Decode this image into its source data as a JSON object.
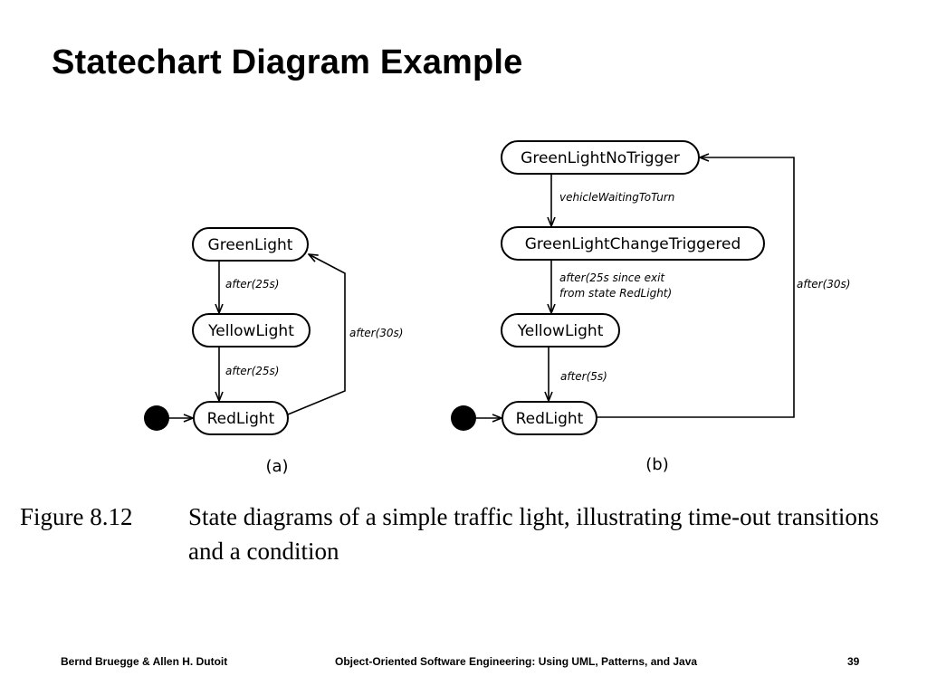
{
  "slide": {
    "title": "Statechart Diagram Example"
  },
  "diagram_a": {
    "panel_label": "(a)",
    "states": [
      "GreenLight",
      "YellowLight",
      "RedLight"
    ],
    "transitions": [
      {
        "from": "GreenLight",
        "to": "YellowLight",
        "event": "after(25s)"
      },
      {
        "from": "YellowLight",
        "to": "RedLight",
        "event": "after(25s)"
      },
      {
        "from": "RedLight",
        "to": "GreenLight",
        "event": "after(30s)"
      }
    ]
  },
  "diagram_b": {
    "panel_label": "(b)",
    "states": [
      "GreenLightNoTrigger",
      "GreenLightChangeTriggered",
      "YellowLight",
      "RedLight"
    ],
    "transitions": [
      {
        "from": "GreenLightNoTrigger",
        "to": "GreenLightChangeTriggered",
        "event": "vehicleWaitingToTurn"
      },
      {
        "from": "GreenLightChangeTriggered",
        "to": "YellowLight",
        "event_line1": "after(25s since exit",
        "event_line2": "from state RedLight)"
      },
      {
        "from": "YellowLight",
        "to": "RedLight",
        "event": "after(5s)"
      },
      {
        "from": "RedLight",
        "to": "GreenLightNoTrigger",
        "event": "after(30s)"
      }
    ]
  },
  "caption": {
    "figure_number": "Figure 8.12",
    "text": "State diagrams of a simple traffic light, illustrating time-out transitions and a condition"
  },
  "footer": {
    "authors": "Bernd Bruegge & Allen H. Dutoit",
    "book": "Object-Oriented Software Engineering: Using UML, Patterns, and Java",
    "page_number": "39"
  }
}
